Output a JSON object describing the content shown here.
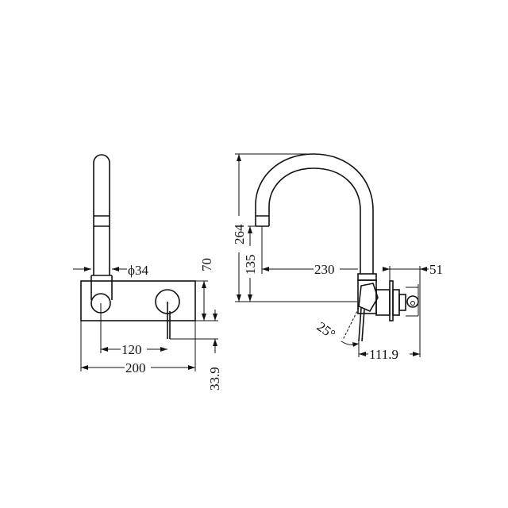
{
  "drawing": {
    "front_view": {
      "dimensions": {
        "spout_diameter": "ϕ34",
        "plate_height": "70",
        "spout_to_handle": "120",
        "plate_width": "200",
        "lever_drop": "33.9"
      }
    },
    "side_view": {
      "dimensions": {
        "total_height": "264",
        "outlet_height": "135",
        "spout_reach": "230",
        "wall_depth": "51",
        "body_depth": "111.9",
        "lever_angle": "25°"
      }
    },
    "colors": {
      "line": "#111111",
      "background": "#ffffff"
    }
  }
}
